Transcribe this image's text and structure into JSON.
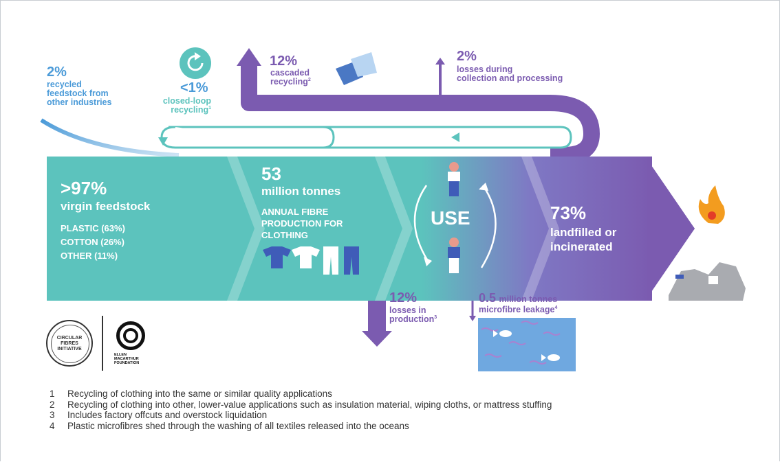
{
  "recycled_feedstock": {
    "pct": "2%",
    "text": [
      "recycled",
      "feedstock from",
      "other industries"
    ]
  },
  "closed_loop": {
    "pct": "<1%",
    "text": [
      "closed-loop",
      "recycling"
    ],
    "note": "1"
  },
  "cascaded": {
    "pct": "12%",
    "text": [
      "cascaded",
      "recycling"
    ],
    "note": "2"
  },
  "collection_losses": {
    "pct": "2%",
    "text": [
      "losses during",
      "collection and processing"
    ]
  },
  "virgin": {
    "pct": ">97%",
    "label": "virgin feedstock",
    "items": [
      "PLASTIC (63%)",
      "COTTON (26%)",
      "OTHER (11%)"
    ]
  },
  "production": {
    "value": "53",
    "unit": "million tonnes",
    "desc": [
      "ANNUAL FIBRE",
      "PRODUCTION FOR",
      "CLOTHING"
    ]
  },
  "use": {
    "label": "USE"
  },
  "landfill": {
    "pct": "73%",
    "text": [
      "landfilled or",
      "incinerated"
    ]
  },
  "production_losses": {
    "pct": "12%",
    "text": [
      "losses in",
      "production"
    ],
    "note": "3"
  },
  "microfibre": {
    "value": "0.5",
    "unit": "million tonnes",
    "text": "microfibre leakage",
    "note": "4"
  },
  "logos": {
    "left": [
      "CIRCULAR",
      "FIBRES",
      "INITIATIVE"
    ],
    "right": [
      "ELLEN",
      "MACARTHUR",
      "FOUNDATION"
    ]
  },
  "footnotes": [
    {
      "num": "1",
      "text": "Recycling of clothing into the same or similar quality applications"
    },
    {
      "num": "2",
      "text": "Recycling of clothing into other, lower-value applications such as insulation material, wiping cloths, or mattress stuffing"
    },
    {
      "num": "3",
      "text": "Includes factory offcuts and overstock liquidation"
    },
    {
      "num": "4",
      "text": "Plastic microfibres shed through the washing of all textiles released into the oceans"
    }
  ],
  "colors": {
    "teal": "#5cc3bd",
    "purple": "#7b5bb0",
    "blue_text": "#4a9ad8",
    "flame": "#f39c1f"
  }
}
